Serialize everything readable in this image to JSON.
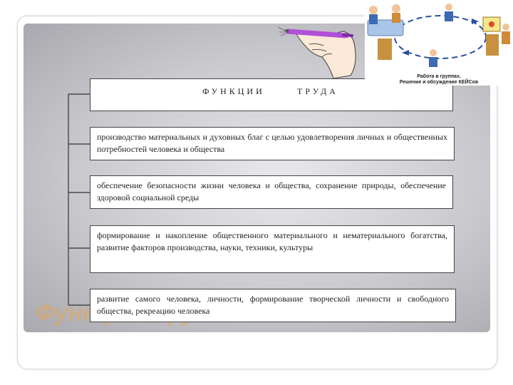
{
  "slide": {
    "title": "Функции труда"
  },
  "diagram": {
    "header_word_1": "ФУНКЦИИ",
    "header_word_2": "ТРУДА",
    "functions": [
      "производство материальных и духовных благ с целью удовлетворения личных и общественных потребностей человека и общества",
      "обеспечение безопасности жизни человека и общества, сохранение природы, обеспечение здоровой социальной среды",
      "формирование и накопление общественного материального и нематериального богатства, развитие факторов производства, науки, техники, культуры",
      "развитие самого человека, личности, формирование творческой личности и свободного общества, рекреацию человека"
    ]
  },
  "illustration": {
    "caption_line_1": "Работа в группах.",
    "caption_line_2": "Решение и обсуждение КЕЙСов"
  },
  "colors": {
    "title": "#e4a65a",
    "pen": "#b24fd8",
    "panel_gray": "#c9c9ce"
  },
  "icons": [
    "pen-in-hand-icon",
    "people-at-table-icon",
    "person-icon",
    "presentation-board-icon",
    "cycle-arrows-icon"
  ]
}
